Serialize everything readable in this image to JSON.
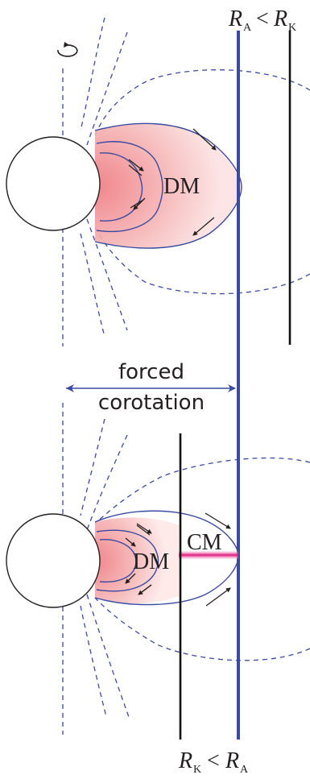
{
  "top_condition": {
    "R": "R",
    "A": "A",
    "lt": "<",
    "R2": "R",
    "K": "K"
  },
  "bottom_condition": {
    "R": "R",
    "K": "K",
    "lt": "<",
    "R2": "R",
    "A": "A"
  },
  "top_magnetosphere_label": "DM",
  "bottom_magnetosphere_label": "DM",
  "centrifugal_label": "CM",
  "corotation_label_line1": "forced",
  "corotation_label_line2": "corotation",
  "colors": {
    "field_line": "#3a4aa0",
    "alfven_line": "#3a4aa0",
    "kepler_line": "#111111",
    "dm_fill": "#f2a6a6",
    "cm_band": "#e0147a"
  },
  "icons": [
    "rotation-arrow-icon"
  ]
}
